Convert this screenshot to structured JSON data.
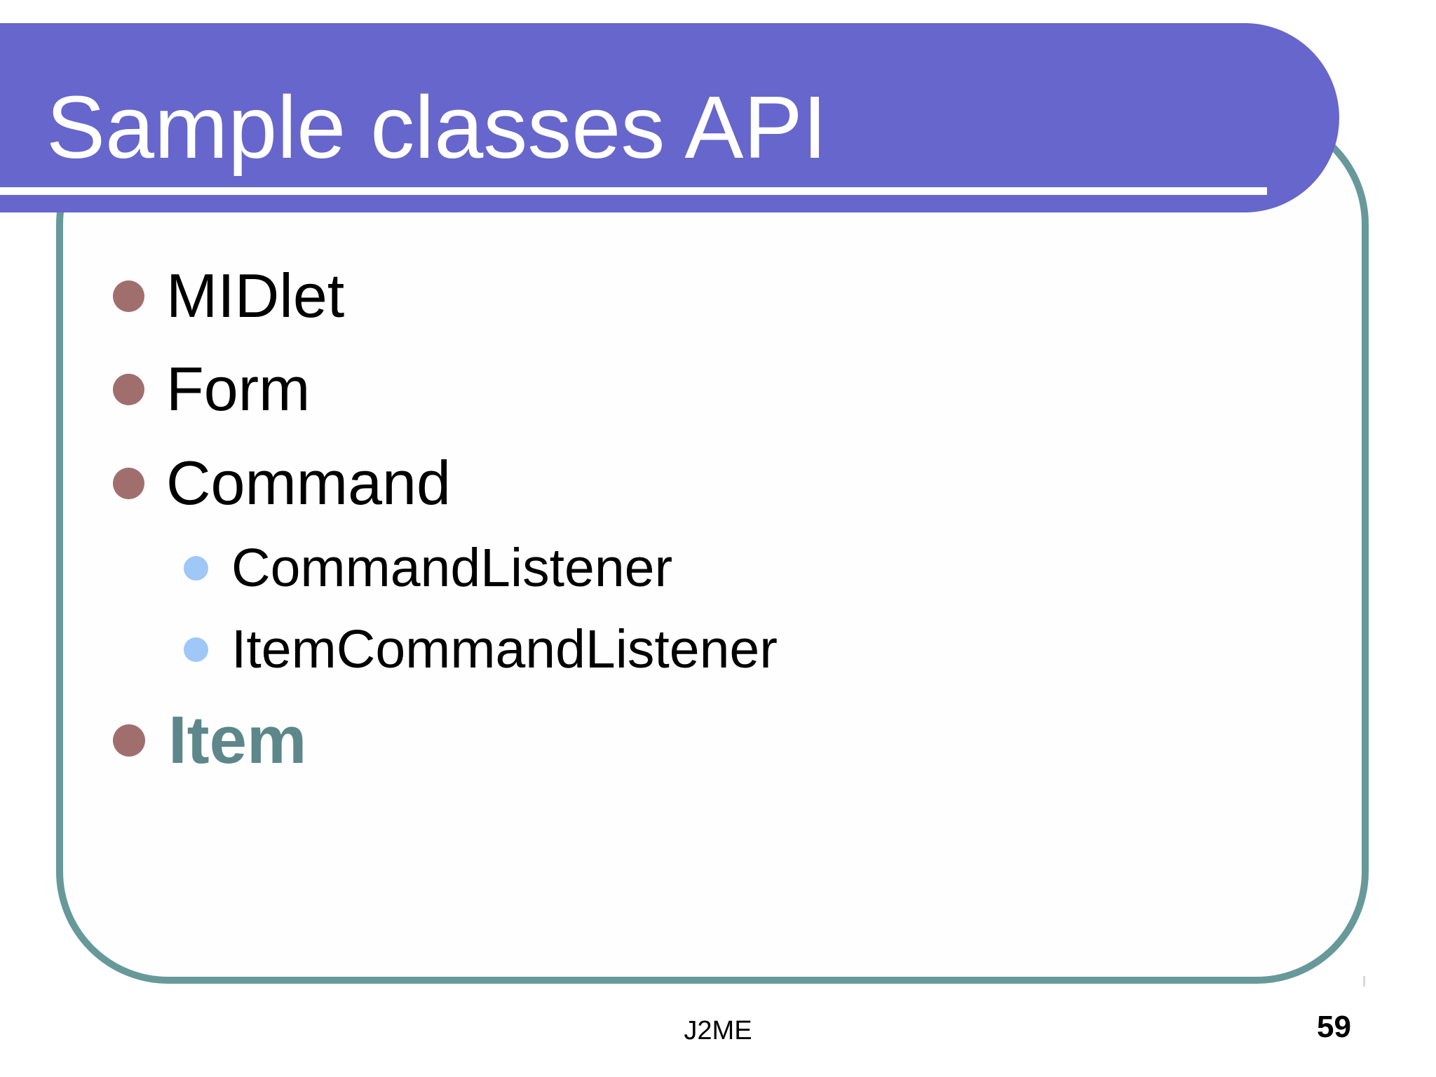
{
  "slide": {
    "title": "Sample classes API",
    "bullets": [
      {
        "label": "MIDlet",
        "level": 1,
        "emphasis": false
      },
      {
        "label": "Form",
        "level": 1,
        "emphasis": false
      },
      {
        "label": "Command",
        "level": 1,
        "emphasis": false
      },
      {
        "label": "CommandListener",
        "level": 2,
        "emphasis": false
      },
      {
        "label": "ItemCommandListener",
        "level": 2,
        "emphasis": false
      },
      {
        "label": "Item",
        "level": 1,
        "emphasis": true
      }
    ],
    "footer": {
      "center_text": "J2ME",
      "page_number": "59"
    },
    "colors": {
      "banner": "#6666cc",
      "border": "#68999a",
      "bullet_level1": "#a16e6e",
      "bullet_level2": "#9fc7f7",
      "emphasis_text": "#5d878a"
    }
  }
}
